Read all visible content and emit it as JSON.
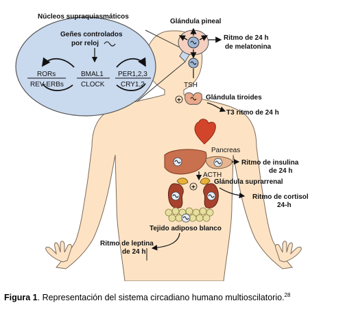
{
  "nucleus": {
    "title": "Núcleos supraquiasmáticos",
    "clock_genes_line1": "Geñes controlados",
    "clock_genes_line2": "por reloj",
    "gene_rors": "RORs",
    "gene_rev_erbs": "REV-ERBs",
    "gene_bmal1": "BMAL1",
    "gene_clock": "CLOCK",
    "gene_per": "PER1,2,3",
    "gene_cry": "CRY1,2"
  },
  "labels": {
    "pineal_gland": "Glándula pineal",
    "melatonin_line1": "Ritmo de 24 h",
    "melatonin_line2": "de melatonina",
    "tsh": "TSH",
    "thyroid_gland": "Glándula tiroides",
    "t3_rhythm": "T3 ritmo de 24 h",
    "pancreas": "Pancreas",
    "insulin_line1": "Ritmo de insulina",
    "insulin_line2": "de 24 h",
    "acth": "ACTH",
    "adrenal_gland": "Glándula suprarrenal",
    "cortisol_line1": "Ritmo de cortisol",
    "cortisol_line2": "24-h",
    "adipose_tissue": "Tejido adiposo blanco",
    "leptin_line1": "Ritmo de leptina",
    "leptin_line2": "de 24 h",
    "plus_sign": "+"
  },
  "caption": {
    "figure_label": "Figura 1",
    "text": ". Representación del sistema circadiano humano multioscilatorio.",
    "ref": "28"
  },
  "colors": {
    "body_fill": "#fde3c4",
    "nucleus_fill": "#c9d9ee",
    "organ_outline": "#444444",
    "heart": "#d3452a",
    "liver": "#c9704f",
    "kidney": "#a8422c",
    "adrenal": "#e8b23a",
    "fat": "#e6dfa0",
    "pineal_ring": "#9fb7d6"
  }
}
